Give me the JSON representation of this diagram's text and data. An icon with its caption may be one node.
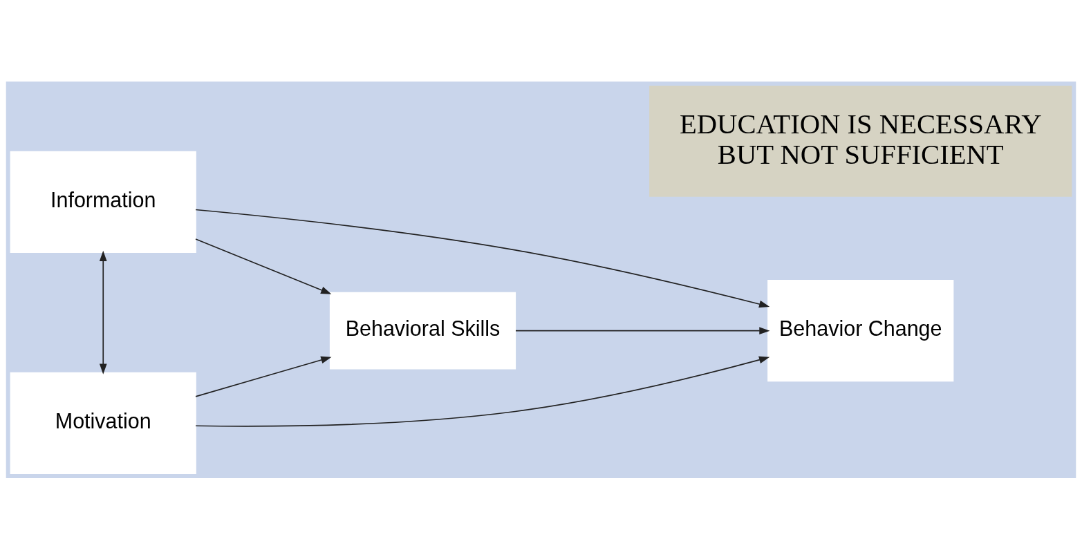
{
  "diagram": {
    "nodes": [
      {
        "text": [
          "Information"
        ]
      },
      {
        "text": [
          "Motivation"
        ]
      },
      {
        "text": [
          "Behavioral Skills"
        ]
      },
      {
        "text": [
          "Behavior Change"
        ]
      },
      {
        "text": [
          "EDUCATION IS NECESSARY BUT NOT SUFFICIENT"
        ]
      }
    ],
    "edges": [
      {
        "from": 0,
        "to": 3,
        "arrow": "to"
      },
      {
        "from": 0,
        "to": 2,
        "arrow": "to"
      },
      {
        "from": 0,
        "to": 1,
        "arrow": "both"
      },
      {
        "from": 1,
        "to": 2,
        "arrow": "to"
      },
      {
        "from": 1,
        "to": 3,
        "arrow": "to"
      },
      {
        "from": 2,
        "to": 3,
        "arrow": "to"
      }
    ]
  }
}
